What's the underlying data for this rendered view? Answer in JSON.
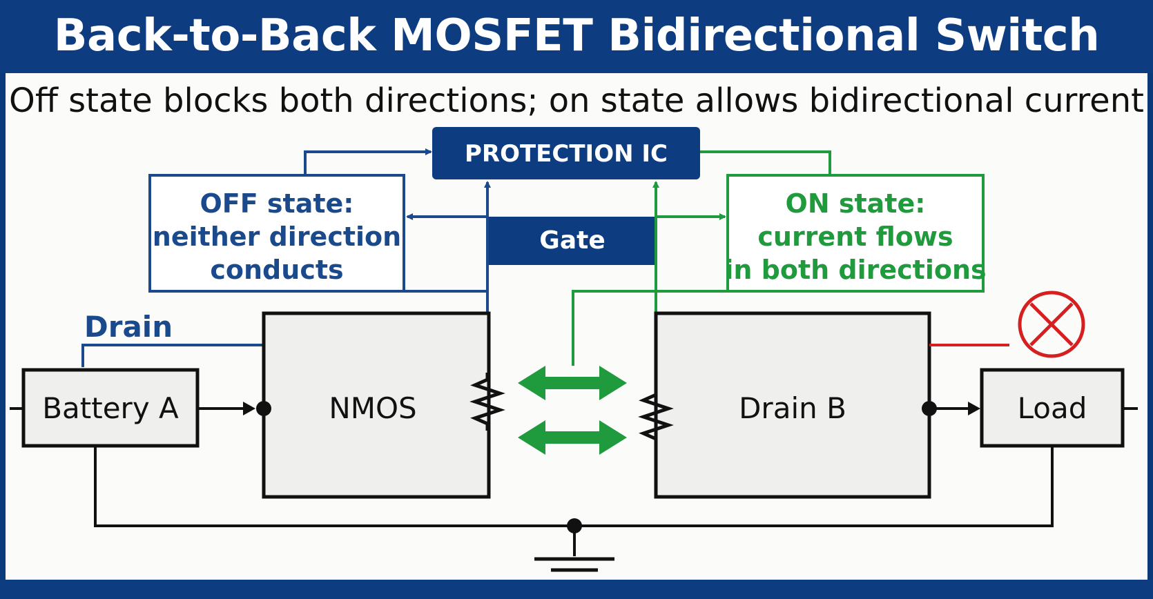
{
  "title": "Back-to-Back MOSFET Bidirectional Switch",
  "subtitle": "Off state blocks both directions; on state allows bidirectional current",
  "protection_ic": "PROTECTION IC",
  "gate": "Gate",
  "off_box": {
    "line1": "OFF state:",
    "line2": "neither direction",
    "line3": "conducts"
  },
  "on_box": {
    "line1": "ON state:",
    "line2": "current flows",
    "line3": "in both directions"
  },
  "drain_label": "Drain",
  "battery": "Battery A",
  "nmos": "NMOS",
  "drain_b": "Drain B",
  "load": "Load",
  "colors": {
    "header": "#0d3d80",
    "off_blue": "#1a4a8c",
    "on_green": "#1f9a3c",
    "block_red": "#d62020",
    "box_fill": "#efefee",
    "wire": "#111111"
  },
  "icons": {
    "blocked": "circle-x-icon",
    "bidirectional": "double-arrow-icon",
    "ground": "ground-icon",
    "resistor": "resistor-icon"
  }
}
